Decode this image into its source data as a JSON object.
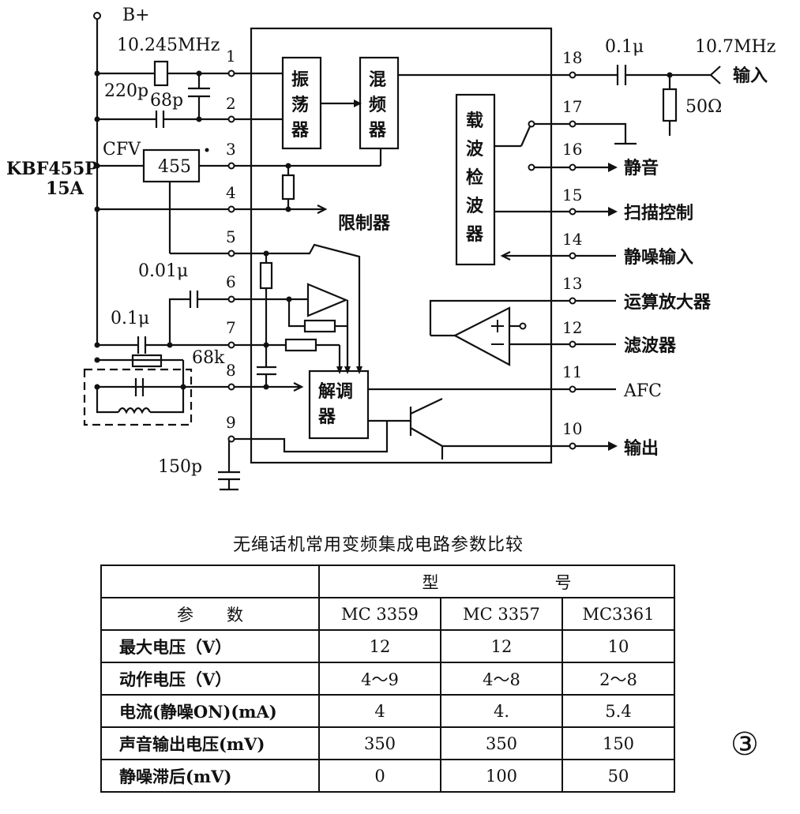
{
  "diagram": {
    "supply_label": "B+",
    "crystal_freq": "10.245MHz",
    "cap_220p": "220p",
    "cap_68p": "68p",
    "filter_name": "CFV",
    "filter_model_1": "KBF455P",
    "filter_model_2": "15A",
    "filter_value": "455",
    "cap_001u": "0.01μ",
    "cap_01u_left": "0.1μ",
    "res_68k": "68k",
    "cap_150p": "150p",
    "cap_01u_right": "0.1μ",
    "input_freq": "10.7MHz",
    "input_label": "输入",
    "res_50": "50Ω",
    "block_osc": "振荡器",
    "block_mixer": "混频器",
    "block_detector": "载波检波器",
    "block_demod": "解调器",
    "limiter_label": "限制器",
    "pins": [
      "1",
      "2",
      "3",
      "4",
      "5",
      "6",
      "7",
      "8",
      "9",
      "10",
      "11",
      "12",
      "13",
      "14",
      "15",
      "16",
      "17",
      "18"
    ],
    "out_mute": "静音",
    "out_scan": "扫描控制",
    "out_squelch_in": "静噪输入",
    "out_opamp": "运算放大器",
    "out_filter": "滤波器",
    "out_afc": "AFC",
    "out_output": "输出"
  },
  "table": {
    "title": "无绳话机常用变频集成电路参数比较",
    "model_header": "型　　　　　　　号",
    "param_header": "参　　数",
    "models": [
      "MC 3359",
      "MC 3357",
      "MC3361"
    ],
    "rows": [
      {
        "param": "最大电压（V）",
        "values": [
          "12",
          "12",
          "10"
        ]
      },
      {
        "param": "动作电压（V）",
        "values": [
          "4～9",
          "4～8",
          "2～8"
        ]
      },
      {
        "param": "电流(静噪ON)(mA)",
        "values": [
          "4",
          "4.",
          "5.4"
        ]
      },
      {
        "param": "声音输出电压(mV)",
        "values": [
          "350",
          "350",
          "150"
        ]
      },
      {
        "param": "静噪滞后(mV)",
        "values": [
          "0",
          "100",
          "50"
        ]
      }
    ]
  },
  "figure_number": "③"
}
